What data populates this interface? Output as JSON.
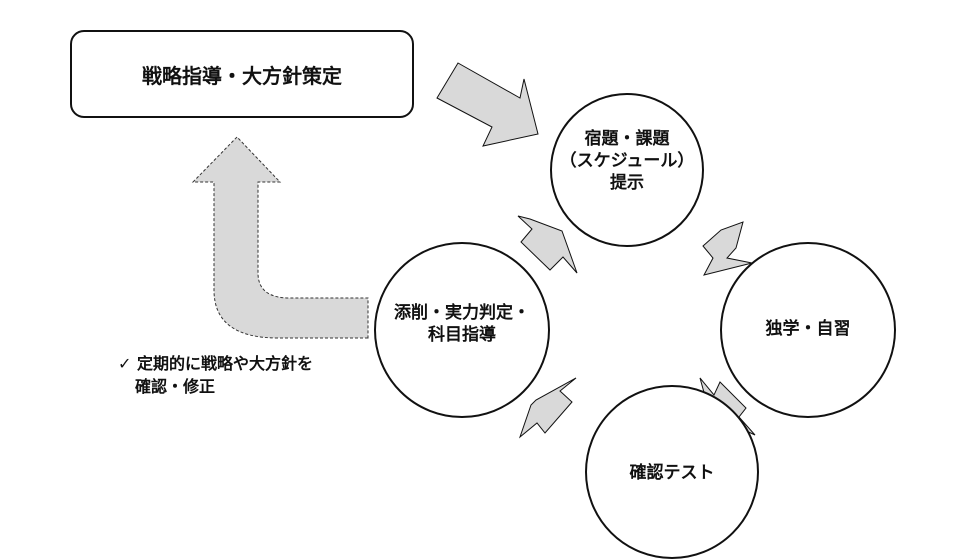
{
  "top_box": {
    "label": "戦略指導・大方針策定"
  },
  "cycle": [
    {
      "id": "assignment",
      "lines": [
        "宿題・課題",
        "（スケジュール）",
        "提示"
      ]
    },
    {
      "id": "self-study",
      "lines": [
        "独学・自習"
      ]
    },
    {
      "id": "check-test",
      "lines": [
        "確認テスト"
      ]
    },
    {
      "id": "correction",
      "lines": [
        "添削・実力判定・",
        "科目指導"
      ]
    }
  ],
  "note": {
    "check_icon": "✓",
    "line1": "定期的に戦略や大方針を",
    "line2": "確認・修正"
  },
  "colors": {
    "arrow_fill": "#d9d9d9",
    "stroke": "#111111",
    "background": "#ffffff"
  }
}
